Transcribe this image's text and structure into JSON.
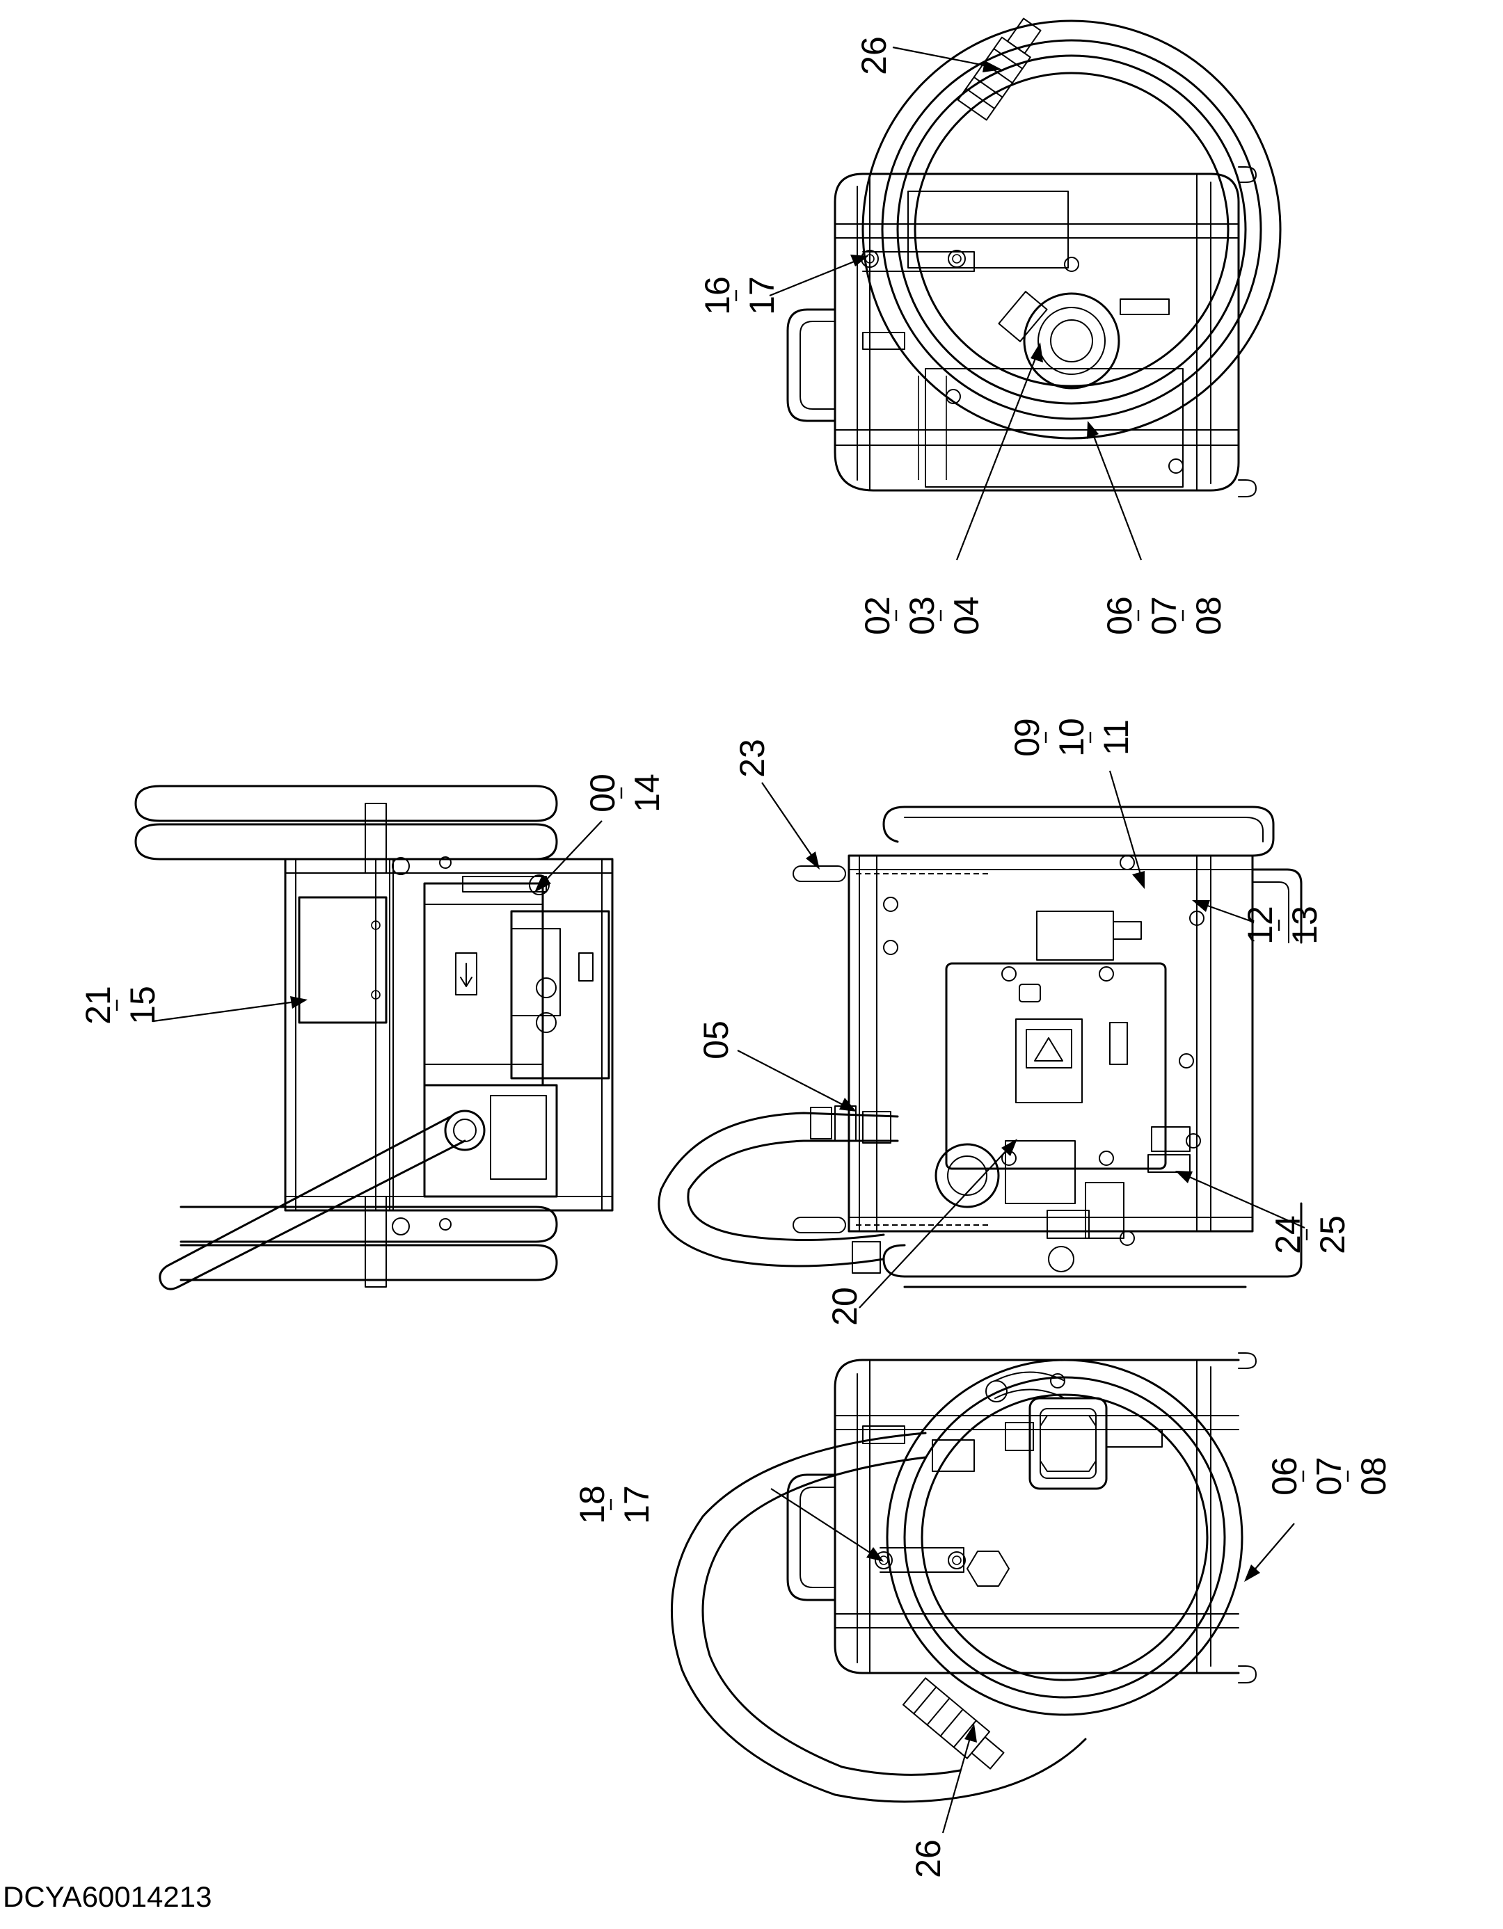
{
  "document": {
    "drawing_code": "DCYA60014213"
  },
  "callouts": [
    {
      "id": "c26-top",
      "parts": [
        "26"
      ]
    },
    {
      "id": "c16-17",
      "parts": [
        "16",
        "17"
      ]
    },
    {
      "id": "c02-03-04",
      "parts": [
        "02",
        "03",
        "04"
      ]
    },
    {
      "id": "c06-07-08-top",
      "parts": [
        "06",
        "07",
        "08"
      ]
    },
    {
      "id": "c00-14",
      "parts": [
        "00",
        "14"
      ]
    },
    {
      "id": "c21-15",
      "parts": [
        "21",
        "15"
      ]
    },
    {
      "id": "c23",
      "parts": [
        "23"
      ]
    },
    {
      "id": "c09-10-11",
      "parts": [
        "09",
        "10",
        "11"
      ]
    },
    {
      "id": "c12-13",
      "parts": [
        "12",
        "13"
      ]
    },
    {
      "id": "c05",
      "parts": [
        "05"
      ]
    },
    {
      "id": "c20",
      "parts": [
        "20"
      ]
    },
    {
      "id": "c24-25",
      "parts": [
        "24",
        "25"
      ]
    },
    {
      "id": "c18-17",
      "parts": [
        "18",
        "17"
      ]
    },
    {
      "id": "c06-07-08-bottom",
      "parts": [
        "06",
        "07",
        "08"
      ]
    },
    {
      "id": "c26-bottom",
      "parts": [
        "26"
      ]
    }
  ]
}
